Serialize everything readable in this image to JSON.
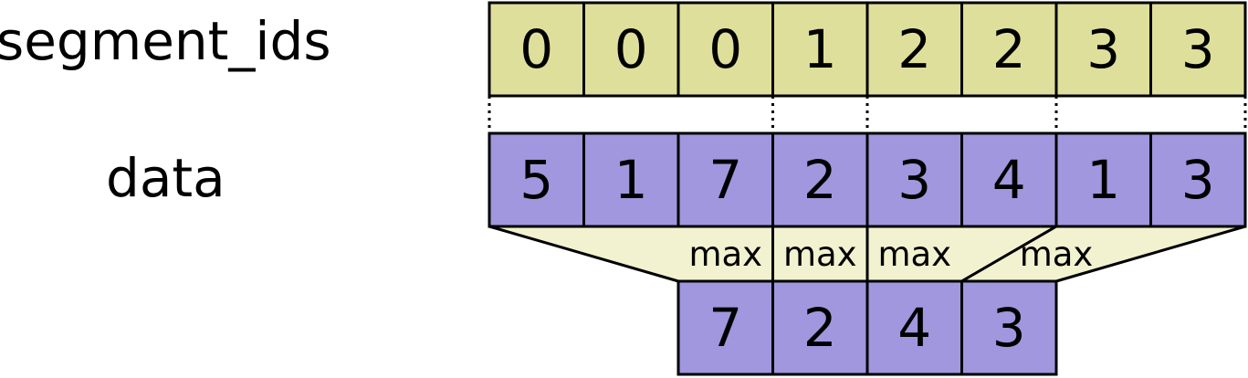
{
  "labels": {
    "segment_ids": "segment_ids",
    "data": "data"
  },
  "segment_ids": [
    "0",
    "0",
    "0",
    "1",
    "2",
    "2",
    "3",
    "3"
  ],
  "data_values": [
    "5",
    "1",
    "7",
    "2",
    "3",
    "4",
    "1",
    "3"
  ],
  "reduce_op": "max",
  "results": [
    "7",
    "2",
    "4",
    "3"
  ],
  "colors": {
    "segment_fill": "#dfdf9c",
    "data_fill": "#a097de",
    "reduce_fill": "#f2f2d0",
    "stroke": "#000000"
  }
}
